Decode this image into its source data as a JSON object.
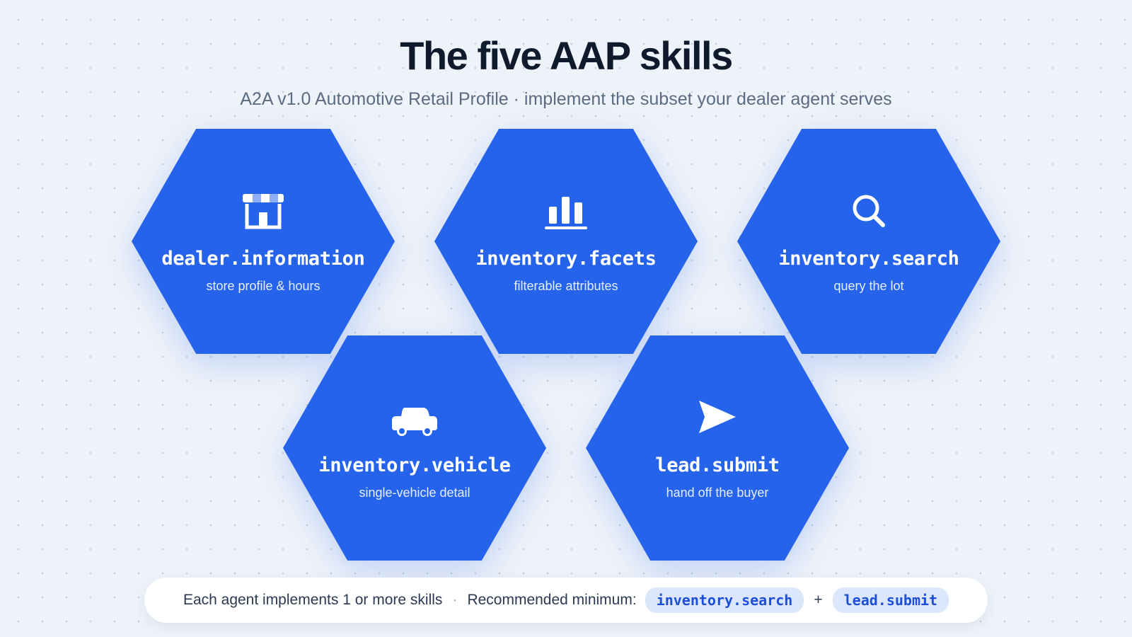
{
  "header": {
    "title": "The five AAP skills",
    "subtitle": "A2A v1.0 Automotive Retail Profile · implement the subset your dealer agent serves"
  },
  "skills": [
    {
      "name": "dealer.information",
      "description": "store profile & hours",
      "icon": "storefront-icon"
    },
    {
      "name": "inventory.facets",
      "description": "filterable attributes",
      "icon": "bar-chart-icon"
    },
    {
      "name": "inventory.search",
      "description": "query the lot",
      "icon": "search-icon"
    },
    {
      "name": "inventory.vehicle",
      "description": "single-vehicle detail",
      "icon": "car-icon"
    },
    {
      "name": "lead.submit",
      "description": "hand off the buyer",
      "icon": "send-icon"
    }
  ],
  "footer": {
    "text": "Each agent implements 1 or more skills",
    "separator": "·",
    "min_label": "Recommended minimum:",
    "min_skills": [
      "inventory.search",
      "lead.submit"
    ],
    "joiner": "+"
  },
  "colors": {
    "hex_fill": "#2563eb",
    "pill_bg": "#dce7fb",
    "pill_text": "#1d4ed8",
    "title": "#0f1b2d",
    "background": "#eef2f9"
  }
}
